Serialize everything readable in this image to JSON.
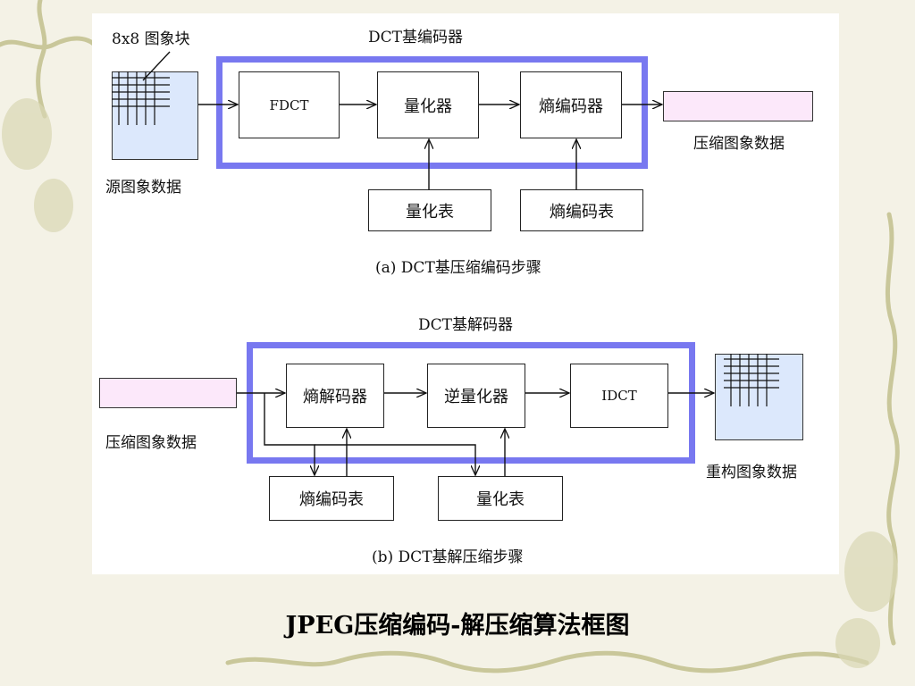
{
  "diagram_a": {
    "block_label": "8x8 图象块",
    "encoder_label": "DCT基编码器",
    "fdct": "FDCT",
    "quantizer": "量化器",
    "entropy_encoder": "熵编码器",
    "quant_table": "量化表",
    "entropy_table": "熵编码表",
    "source_data": "源图象数据",
    "compressed_data": "压缩图象数据",
    "caption": "(a) DCT基压缩编码步骤"
  },
  "diagram_b": {
    "decoder_label": "DCT基解码器",
    "entropy_decoder": "熵解码器",
    "dequantizer": "逆量化器",
    "idct": "IDCT",
    "entropy_table": "熵编码表",
    "quant_table": "量化表",
    "compressed_data": "压缩图象数据",
    "reconstructed_data": "重构图象数据",
    "caption": "(b) DCT基解压缩步骤"
  },
  "slide_title": "JPEG压缩编码-解压缩算法框图",
  "colors": {
    "frame_blue": "#7878f0",
    "pink_block": "#fce8fa",
    "image_blue": "#dce8fc",
    "background": "#f4f2e6"
  }
}
